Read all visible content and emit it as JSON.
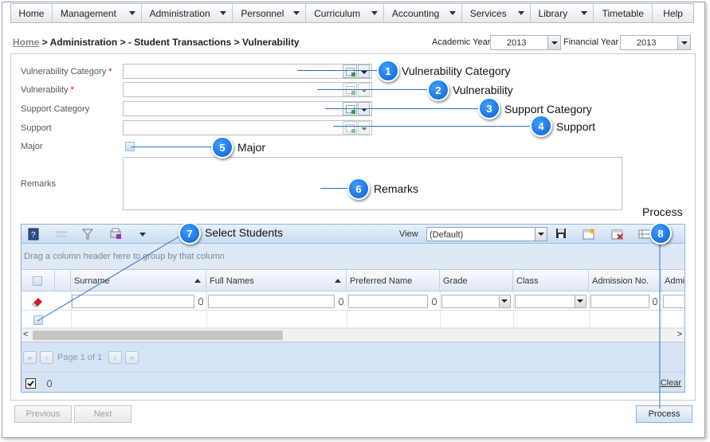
{
  "menu": [
    {
      "label": "Home",
      "caret": false
    },
    {
      "label": "Management",
      "caret": true
    },
    {
      "label": "Administration",
      "caret": true
    },
    {
      "label": "Personnel",
      "caret": true
    },
    {
      "label": "Curriculum",
      "caret": true
    },
    {
      "label": "Accounting",
      "caret": true
    },
    {
      "label": "Services",
      "caret": true
    },
    {
      "label": "Library",
      "caret": true
    },
    {
      "label": "Timetable",
      "caret": false
    },
    {
      "label": "Help",
      "caret": false
    }
  ],
  "breadcrumb": {
    "home": "Home",
    "rest": " > Administration > - Student Transactions > Vulnerability"
  },
  "academic_year": {
    "label": "Academic Year",
    "value": "2013"
  },
  "financial_year": {
    "label": "Financial Year",
    "value": "2013"
  },
  "form": {
    "vuln_category_label": "Vulnerability Category",
    "vulnerability_label": "Vulnerability",
    "support_category_label": "Support Category",
    "support_label": "Support",
    "major_label": "Major",
    "remarks_label": "Remarks",
    "required_mark": "*"
  },
  "callouts": [
    {
      "num": "1",
      "text": "Vulnerability Category"
    },
    {
      "num": "2",
      "text": "Vulnerability"
    },
    {
      "num": "3",
      "text": "Support Category"
    },
    {
      "num": "4",
      "text": "Support"
    },
    {
      "num": "5",
      "text": "Major"
    },
    {
      "num": "6",
      "text": "Remarks"
    },
    {
      "num": "7",
      "text": "Select Students"
    },
    {
      "num": "8",
      "text": "Process"
    }
  ],
  "grid": {
    "view_label": "View",
    "view_value": "(Default)",
    "group_hint": "Drag a column header here to group by that column",
    "columns": [
      "Surname",
      "Full Names",
      "Preferred Name",
      "Grade",
      "Class",
      "Admission No.",
      "Admis"
    ],
    "page_text": "Page 1 of 1",
    "clear_label": "Clear"
  },
  "nav": {
    "previous": "Previous",
    "next": "Next",
    "process": "Process"
  }
}
